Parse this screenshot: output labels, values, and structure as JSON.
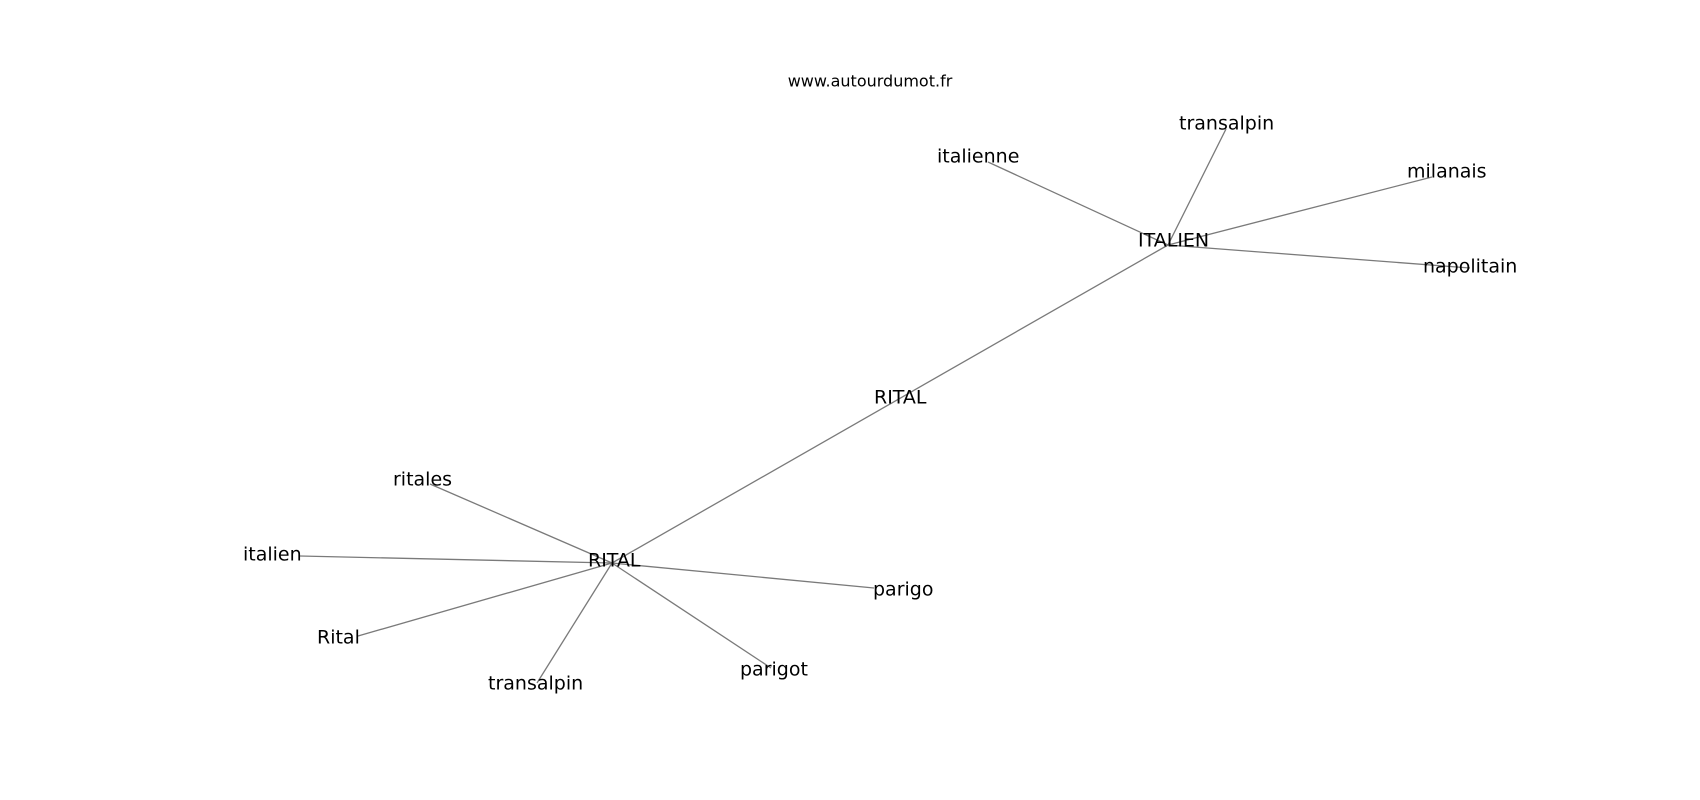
{
  "header": {
    "site": "www.autourdumot.fr"
  },
  "graph": {
    "nodes": [
      {
        "id": "rital_center",
        "label": "RITAL"
      },
      {
        "id": "italien_hub",
        "label": "ITALIEN"
      },
      {
        "id": "rital_hub",
        "label": "RITAL"
      },
      {
        "id": "italienne",
        "label": "italienne"
      },
      {
        "id": "transalpin_top",
        "label": "transalpin"
      },
      {
        "id": "milanais",
        "label": "milanais"
      },
      {
        "id": "napolitain",
        "label": "napolitain"
      },
      {
        "id": "ritales",
        "label": "ritales"
      },
      {
        "id": "italien",
        "label": "italien"
      },
      {
        "id": "rital_lower",
        "label": "Rital"
      },
      {
        "id": "transalpin_bottom",
        "label": "transalpin"
      },
      {
        "id": "parigot",
        "label": "parigot"
      },
      {
        "id": "parigo",
        "label": "parigo"
      }
    ],
    "edges": [
      [
        "italien_hub",
        "rital_hub"
      ],
      [
        "italien_hub",
        "italienne"
      ],
      [
        "italien_hub",
        "transalpin_top"
      ],
      [
        "italien_hub",
        "milanais"
      ],
      [
        "italien_hub",
        "napolitain"
      ],
      [
        "rital_hub",
        "ritales"
      ],
      [
        "rital_hub",
        "italien"
      ],
      [
        "rital_hub",
        "rital_lower"
      ],
      [
        "rital_hub",
        "transalpin_bottom"
      ],
      [
        "rital_hub",
        "parigot"
      ],
      [
        "rital_hub",
        "parigo"
      ]
    ],
    "colors": {
      "edge": "#7a7a7a",
      "text": "#000000",
      "background": "#ffffff"
    }
  }
}
